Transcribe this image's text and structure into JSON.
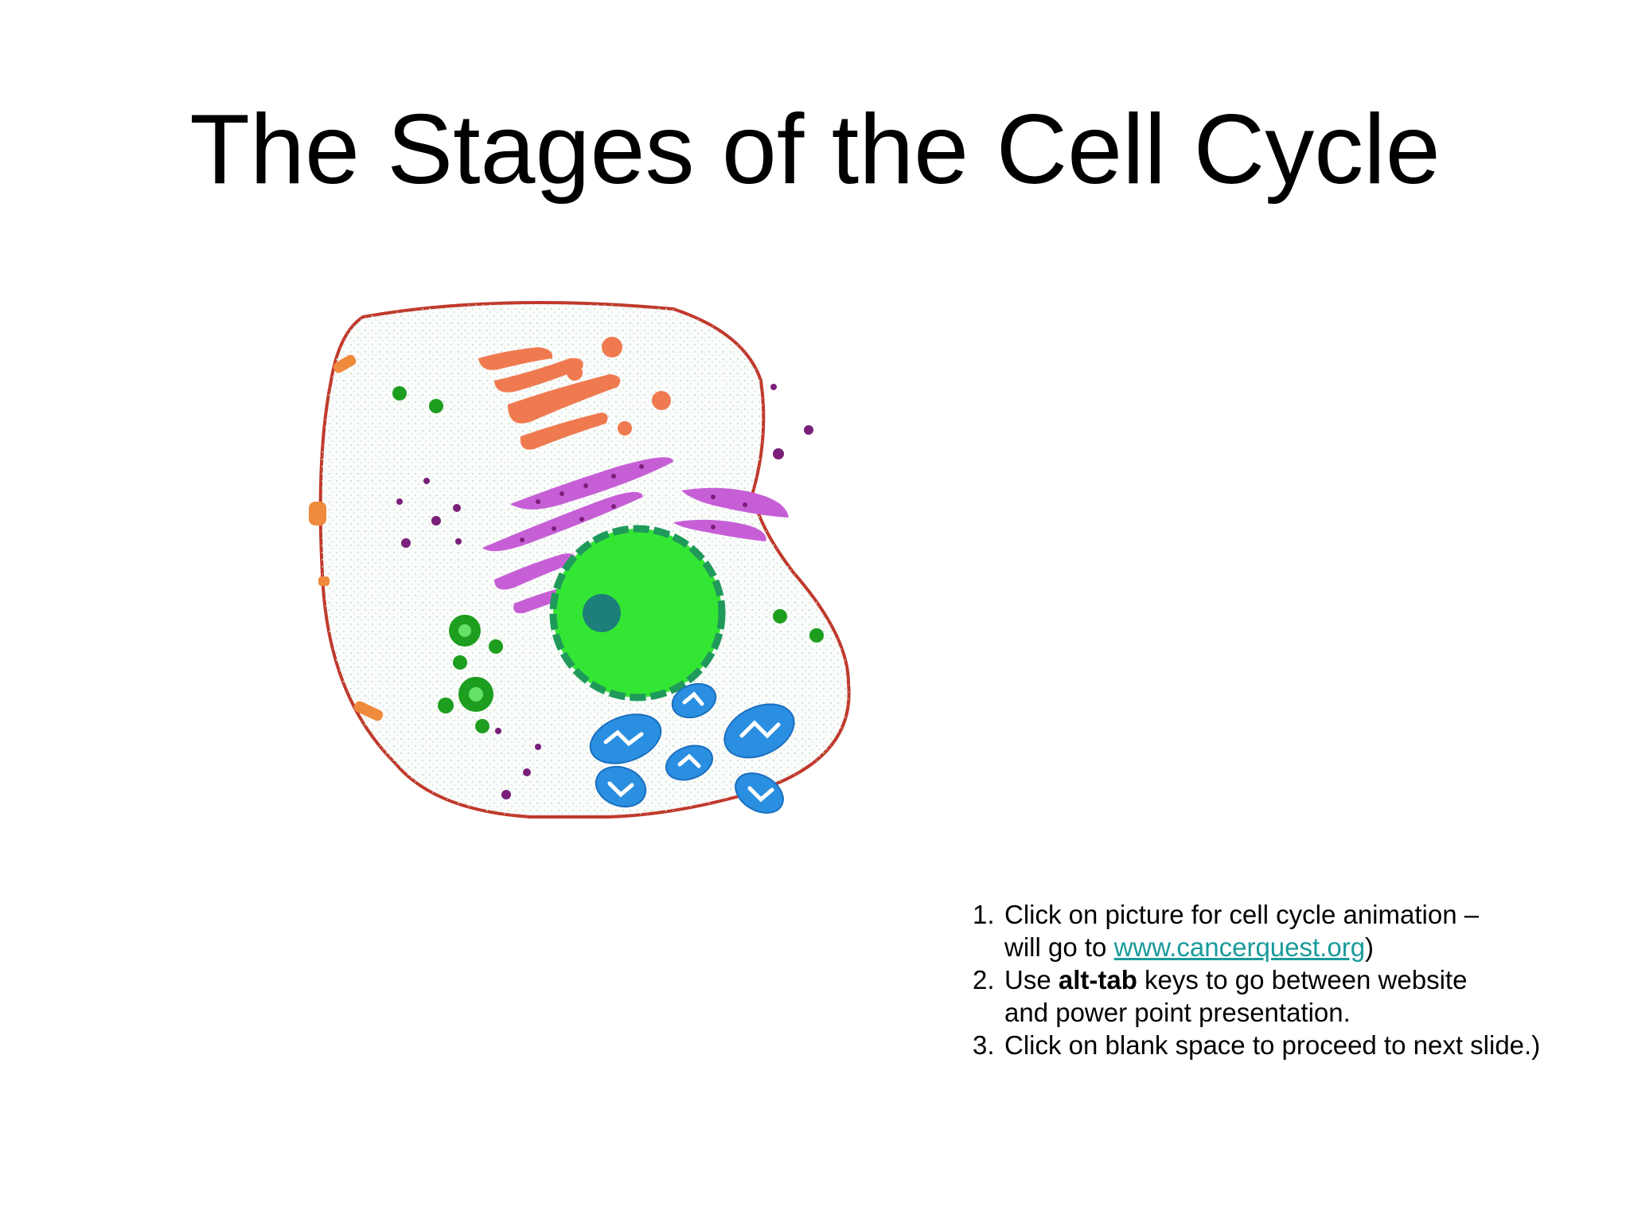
{
  "slide": {
    "title": "The Stages of the Cell Cycle",
    "instructions": [
      {
        "number": "1.",
        "line1": "Click on picture for cell cycle animation –",
        "line2_prefix": "will go to ",
        "link_text": "www.cancerquest.org",
        "line2_suffix": ")"
      },
      {
        "number": "2.",
        "prefix": "Use ",
        "bold": "alt-tab",
        "suffix": " keys to go between website",
        "line2": "and power point presentation."
      },
      {
        "number": "3.",
        "text": "Click on blank space to proceed to next slide.)"
      }
    ]
  },
  "colors": {
    "membrane": "#c0392b",
    "nucleus": "#33e633",
    "nuclear_envelope": "#1f9a5a",
    "nucleolus": "#1d7f7a",
    "golgi": "#f07a50",
    "er": "#c65fd6",
    "mitochondria": "#2a8fe0",
    "chloroplast_green": "#1e9e1e",
    "vesicle_purple": "#7a1f7a",
    "link": "#1a9a9a"
  }
}
